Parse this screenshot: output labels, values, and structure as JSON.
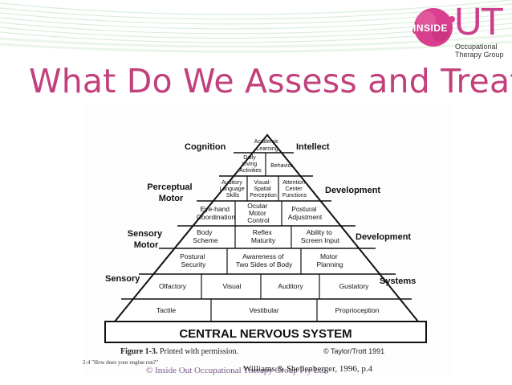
{
  "logo": {
    "inside_text": "INSIDE",
    "out_text": "UT",
    "subtitle_line1": "Occupational",
    "subtitle_line2": "Therapy Group",
    "brand_color": "#cc3f8c"
  },
  "slide": {
    "title": "What Do We Assess and Treat?",
    "title_color": "#c2407c"
  },
  "pyramid": {
    "level_labels": {
      "cognition": "Cognition",
      "intellect": "Intellect",
      "perceptual_motor": [
        "Perceptual",
        "Motor"
      ],
      "development_1": "Development",
      "sensory_motor": [
        "Sensory",
        "Motor"
      ],
      "development_2": "Development",
      "sensory": "Sensory",
      "systems": "Systems"
    },
    "apex": {
      "academic_learning": [
        "Academic",
        "Learning"
      ]
    },
    "row_daily": {
      "daily_living": [
        "Daily",
        "Living",
        "Activities"
      ],
      "behavior": "Behavior"
    },
    "row_perceptual": {
      "auditory_language": [
        "Auditory",
        "Language",
        "Skills"
      ],
      "visual_spatial": [
        "Visual-",
        "Spatial",
        "Perception"
      ],
      "attention_center": [
        "Attention",
        "Center",
        "Functions"
      ]
    },
    "row_motor": {
      "eye_hand": [
        "Eye-hand",
        "Coordination"
      ],
      "ocular_motor": [
        "Ocular",
        "Motor",
        "Control"
      ],
      "postural_adjustment": [
        "Postural",
        "Adjustment"
      ]
    },
    "row_sensory_motor": {
      "body_scheme": [
        "Body",
        "Scheme"
      ],
      "reflex_maturity": [
        "Reflex",
        "Maturity"
      ],
      "screen_input": [
        "Ability to",
        "Screen Input"
      ]
    },
    "row_sensory_motor_2": {
      "postural_security": [
        "Postural",
        "Security"
      ],
      "awareness_sides": [
        "Awareness of",
        "Two Sides of Body"
      ],
      "motor_planning": [
        "Motor",
        "Planning"
      ]
    },
    "row_sensory": {
      "olfactory": "Olfactory",
      "visual": "Visual",
      "auditory": "Auditory",
      "gustatory": "Gustatory"
    },
    "row_base": {
      "tactile": "Tactile",
      "vestibular": "Vestibular",
      "proprioception": "Proprioception"
    },
    "base": "CENTRAL NERVOUS SYSTEM"
  },
  "figure": {
    "caption": "Figure 1-3.",
    "caption_perm": " Printed with permission.",
    "copyright": "© Taylor/Trott 1991",
    "ref_left": "2-4 \"How does your engine run?\""
  },
  "footer": {
    "left": "© Inside Out Occupational Therapy Group Pty Ltd",
    "right": "Williams & Shellenberger, 1996, p.4"
  }
}
